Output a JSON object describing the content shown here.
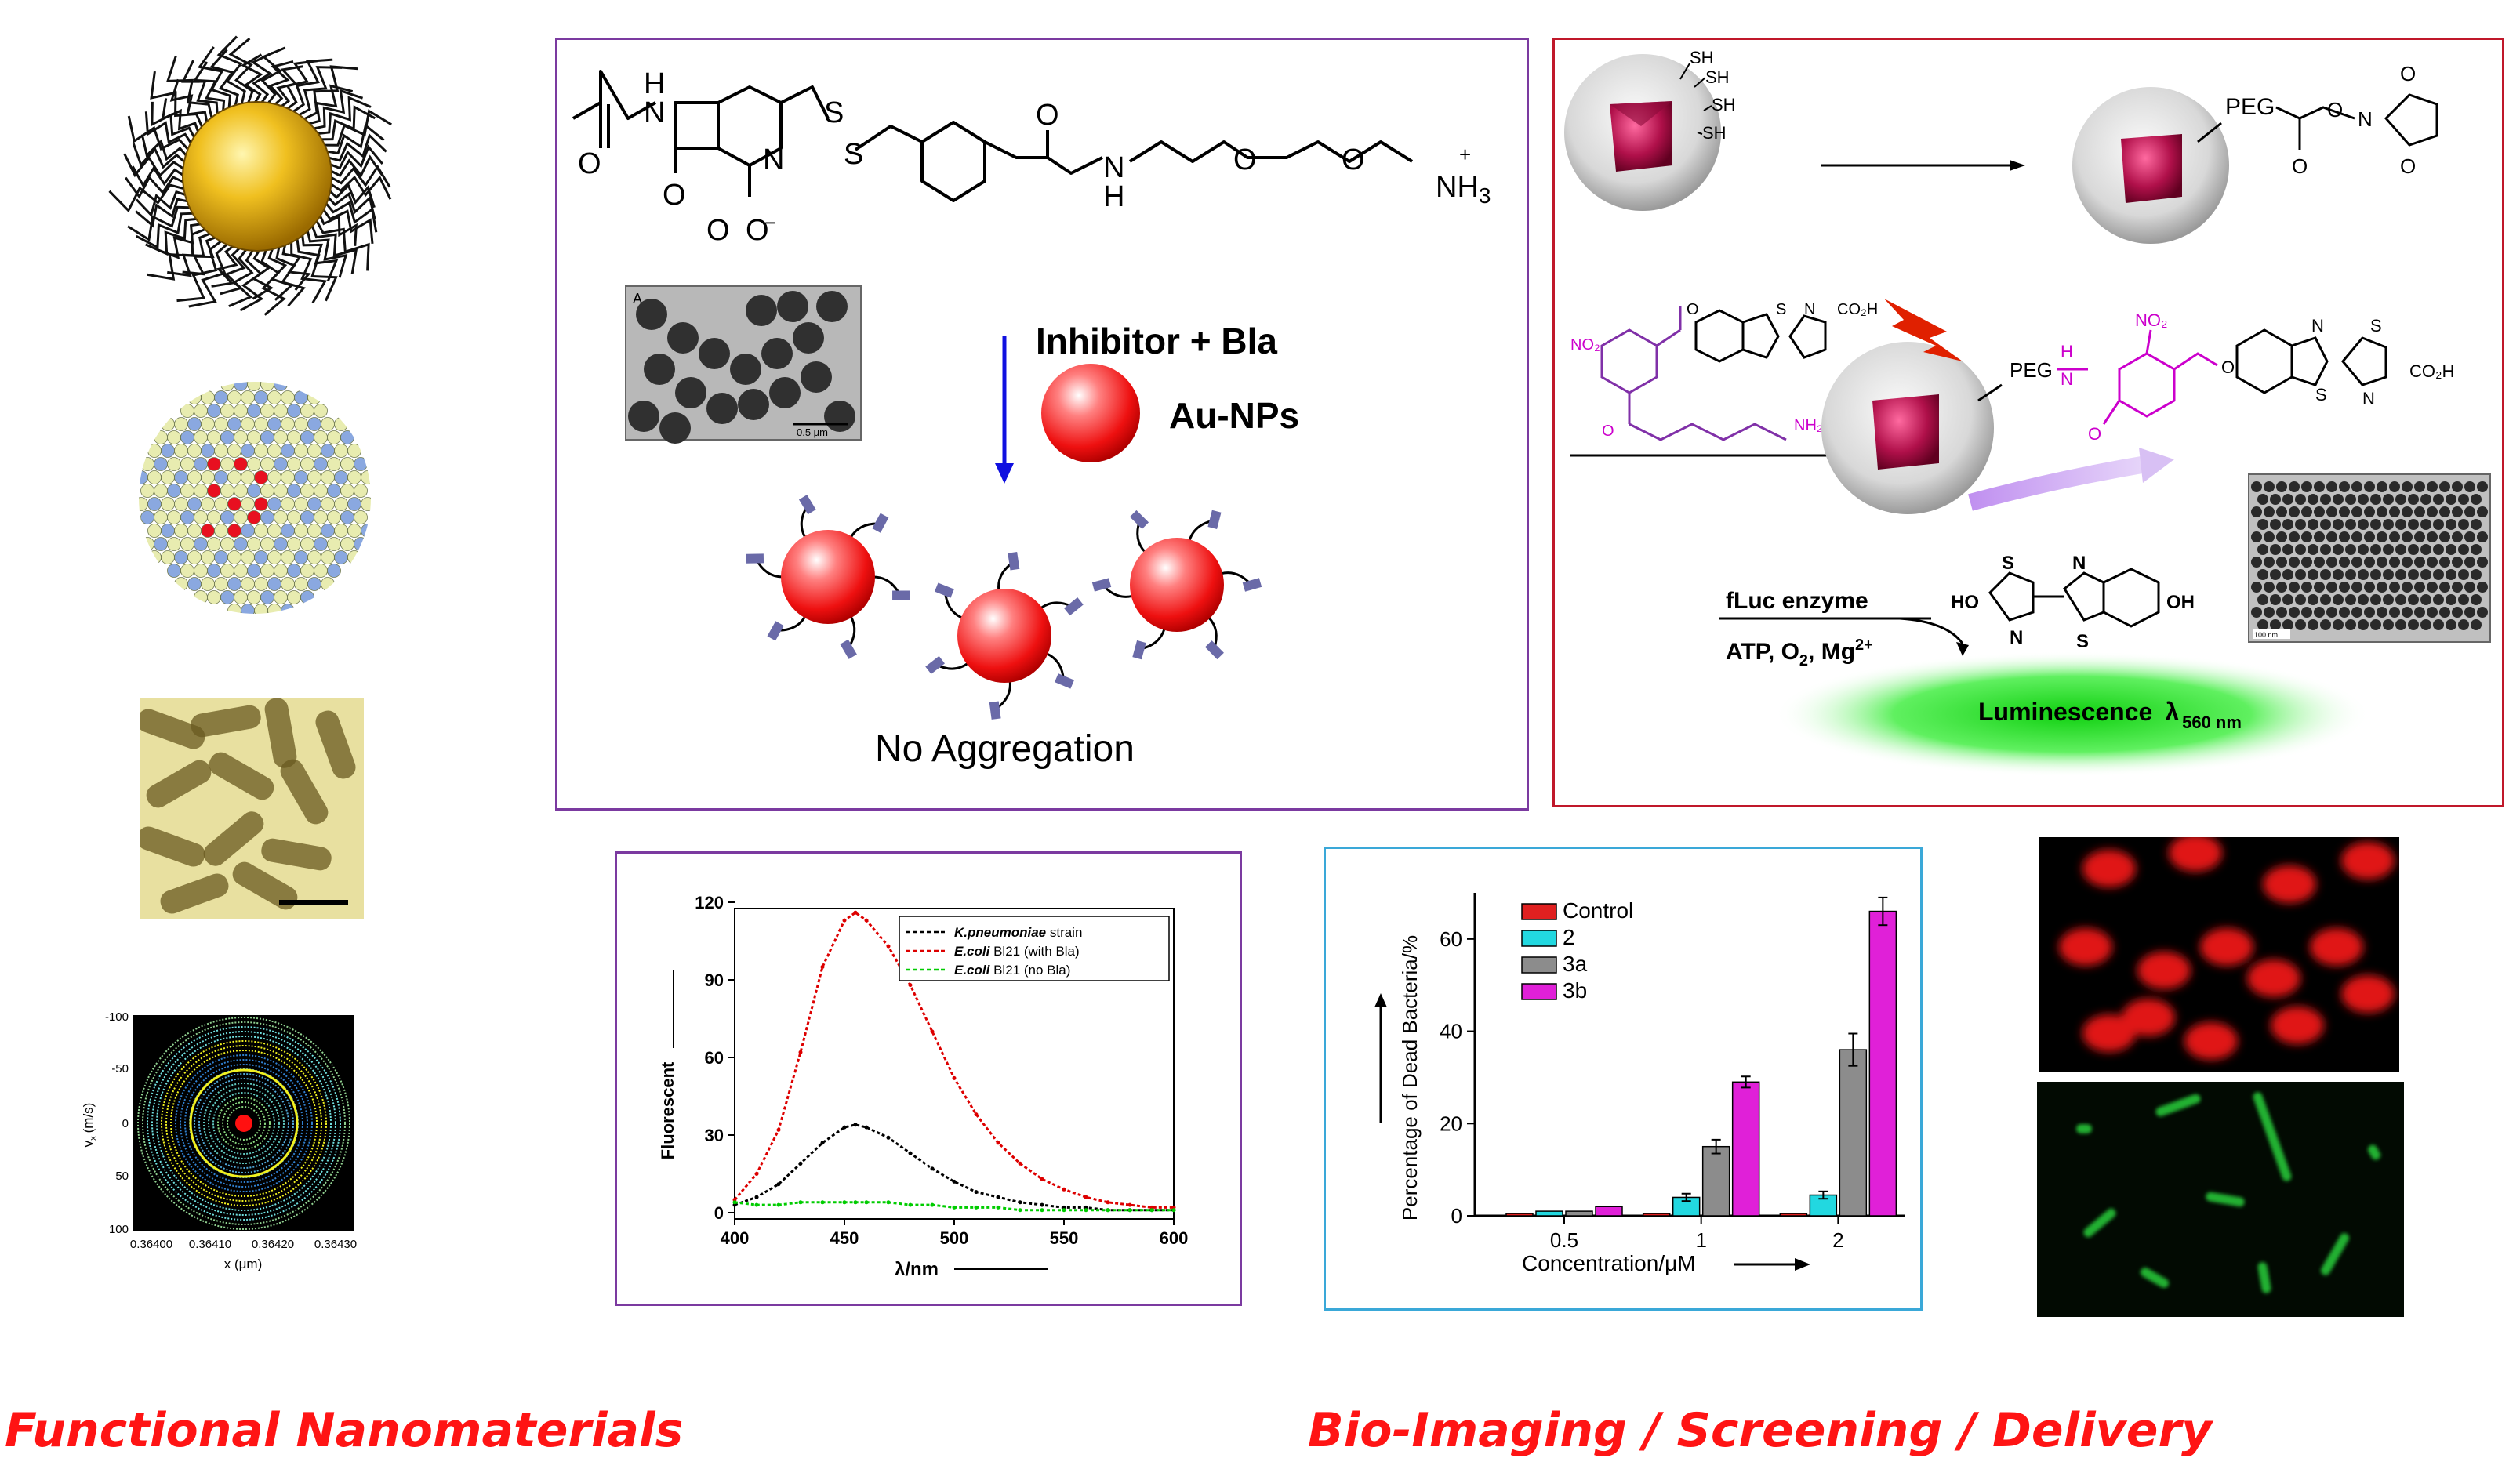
{
  "captions": {
    "left": "Functional Nanomaterials",
    "right": "Bio-Imaging / Screening / Delivery"
  },
  "molecule_panel": {
    "nh3": "NH",
    "nh3_sub": "3",
    "plus": "+",
    "o_minus": "O",
    "arrow_label": "Inhibitor + Bla",
    "np_label": "Au-NPs",
    "bottom_label": "No Aggregation",
    "tem_label": "A",
    "tem_scale": "0.5 μm"
  },
  "synthesis_panel": {
    "sh": "SH",
    "peg": "PEG",
    "enzyme": "fLuc enzyme",
    "cofactors": "ATP, O",
    "cofactors_sub": "2",
    "cofactors_mg": ", Mg",
    "cofactors_sup": "2+",
    "luminescence": "Luminescence",
    "lambda": "λ",
    "lambda_sub": "560 nm",
    "tem_scale": "100 nm",
    "co2h": "CO₂H",
    "nh2": "NH₂",
    "no2": "NO₂",
    "ho": "HO",
    "oh": "OH"
  },
  "trajectory_panel": {
    "ylabel": "v",
    "ylabel_sub": "x",
    "ylabel_unit": "(m/s)",
    "xlabel": "x (μm)",
    "y_ticks": [
      "-100",
      "-50",
      "0",
      "50",
      "100"
    ],
    "x_ticks": [
      "0.36400",
      "0.36410",
      "0.36420",
      "0.36430"
    ]
  },
  "colors": {
    "caption": "#ff1414",
    "purple_border": "#7b3aa0",
    "red_border": "#c0182a",
    "blue_border": "#3aa8d8",
    "gold": "#e8b820",
    "np_red": "#e8101c"
  },
  "chart_data": [
    {
      "type": "line",
      "ylabel": "Fluorescent",
      "xlabel": "λ/nm",
      "xlim": [
        400,
        600
      ],
      "ylim": [
        0,
        120
      ],
      "x_ticks": [
        400,
        450,
        500,
        550,
        600
      ],
      "y_ticks": [
        0,
        30,
        60,
        90,
        120
      ],
      "legend_position": "top-right",
      "x": [
        400,
        410,
        420,
        430,
        440,
        450,
        455,
        460,
        470,
        480,
        490,
        500,
        510,
        520,
        530,
        540,
        550,
        560,
        570,
        580,
        590,
        600
      ],
      "series": [
        {
          "name": "K.pneumoniae",
          "name_suffix": " strain",
          "color": "#000000",
          "values": [
            3,
            6,
            11,
            19,
            27,
            33,
            34,
            33,
            29,
            23,
            17,
            12,
            8,
            6,
            4,
            3,
            2,
            2,
            1,
            1,
            1,
            1
          ]
        },
        {
          "name": "E.coli",
          "name_suffix": " Bl21 (with Bla)",
          "color": "#dd0000",
          "values": [
            5,
            15,
            32,
            62,
            95,
            113,
            116,
            113,
            103,
            88,
            70,
            52,
            38,
            27,
            19,
            13,
            9,
            6,
            4,
            3,
            2,
            2
          ]
        },
        {
          "name": "E.coli",
          "name_suffix": " Bl21 (no Bla)",
          "color": "#00cc00",
          "values": [
            4,
            3,
            3,
            4,
            4,
            4,
            4,
            4,
            4,
            3,
            3,
            2,
            2,
            2,
            1,
            1,
            1,
            1,
            1,
            1,
            1,
            1
          ]
        }
      ]
    },
    {
      "type": "bar",
      "ylabel": "Percentage of Dead Bacteria/%",
      "xlabel": "Concentration/μM",
      "ylim": [
        0,
        70
      ],
      "y_ticks": [
        0,
        20,
        40,
        60
      ],
      "categories": [
        "0.5",
        "1",
        "2"
      ],
      "legend_position": "top-left",
      "series": [
        {
          "name": "Control",
          "color": "#e02020",
          "values": [
            0.5,
            0.5,
            0.5
          ],
          "errors": [
            0,
            0,
            0
          ]
        },
        {
          "name": "2",
          "color": "#22d8e0",
          "values": [
            1,
            4,
            4.5
          ],
          "errors": [
            0,
            0.8,
            0.8
          ]
        },
        {
          "name": "3a",
          "color": "#8c8c8c",
          "values": [
            1,
            15,
            36
          ],
          "errors": [
            0,
            1.5,
            3.5
          ]
        },
        {
          "name": "3b",
          "color": "#e020d8",
          "values": [
            2,
            29,
            66
          ],
          "errors": [
            0,
            1.2,
            3
          ]
        }
      ]
    }
  ]
}
